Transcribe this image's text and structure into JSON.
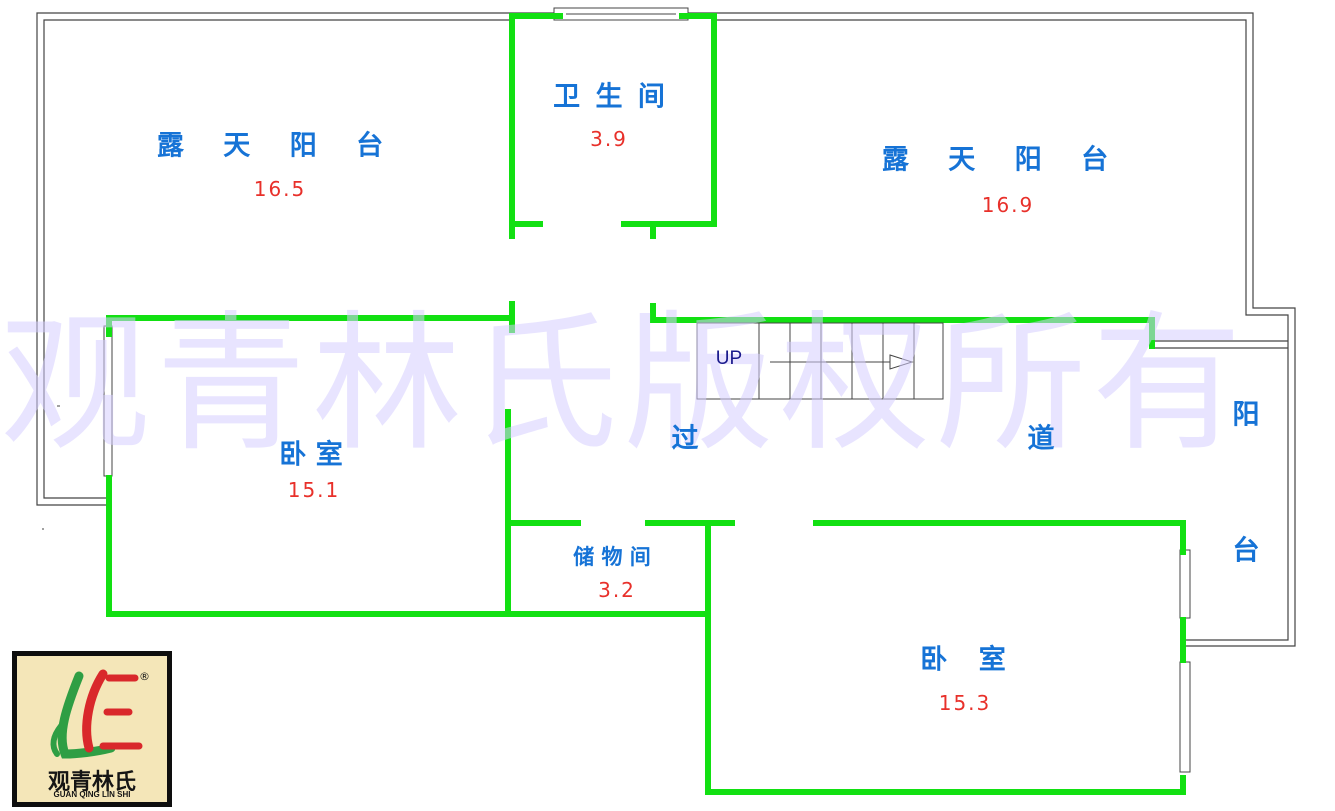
{
  "watermark": "观青林氏版权所有",
  "rooms": {
    "terrace_left": {
      "name": "露 天 阳 台",
      "area": "16.5"
    },
    "bathroom": {
      "name": "卫 生 间",
      "area": "3.9"
    },
    "terrace_right": {
      "name": "露 天 阳 台",
      "area": "16.9"
    },
    "bedroom_left": {
      "name": "卧 室",
      "area": "15.1"
    },
    "corridor_left": {
      "name": "过"
    },
    "corridor_right": {
      "name": "道"
    },
    "balcony_top": {
      "name": "阳"
    },
    "balcony_bottom": {
      "name": "台"
    },
    "storage": {
      "name": "储 物 间",
      "area": "3.2"
    },
    "bedroom_right": {
      "name": "卧 室",
      "area": "15.3"
    }
  },
  "stairs": {
    "label": "UP"
  },
  "logo": {
    "brand_cn": "观青林氏",
    "brand_en": "GUAN QING LIN SHI",
    "mark": "®"
  },
  "colors": {
    "wall": "#12e012",
    "outline": "#333333",
    "room_name": "#1673d6",
    "area": "#e8302a"
  }
}
